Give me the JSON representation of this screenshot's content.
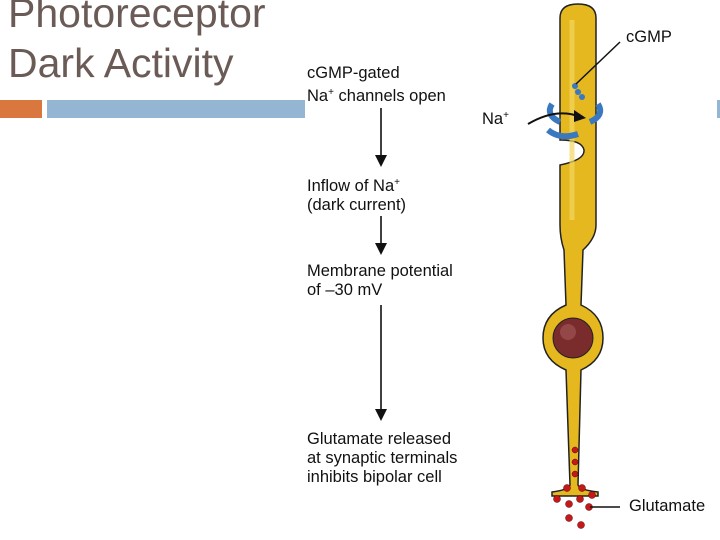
{
  "title": {
    "line1": "Photoreceptor",
    "line2": "Dark Activity"
  },
  "colors": {
    "title": "#6b5b56",
    "accent_orange": "#d9773f",
    "accent_blue": "#95b6d3",
    "cell": "#e6b820",
    "nucleus": "#7a2b2b",
    "channel": "#3a78c0",
    "glutamate": "#c21a1a"
  },
  "steps": [
    {
      "line1": "cGMP-gated",
      "line2_pre": "Na",
      "line2_sup": "+",
      "line2_post": " channels open"
    },
    {
      "line1_pre": "Inflow of Na",
      "line1_sup": "+",
      "line2": "(dark current)"
    },
    {
      "line1": "Membrane potential",
      "line2": "of –30 mV"
    },
    {
      "line1": "Glutamate released",
      "line2": "at synaptic terminals",
      "line3": "inhibits bipolar cell"
    }
  ],
  "labels": {
    "cgmp": "cGMP",
    "na": "Na",
    "na_sup": "+",
    "glutamate": "Glutamate"
  }
}
